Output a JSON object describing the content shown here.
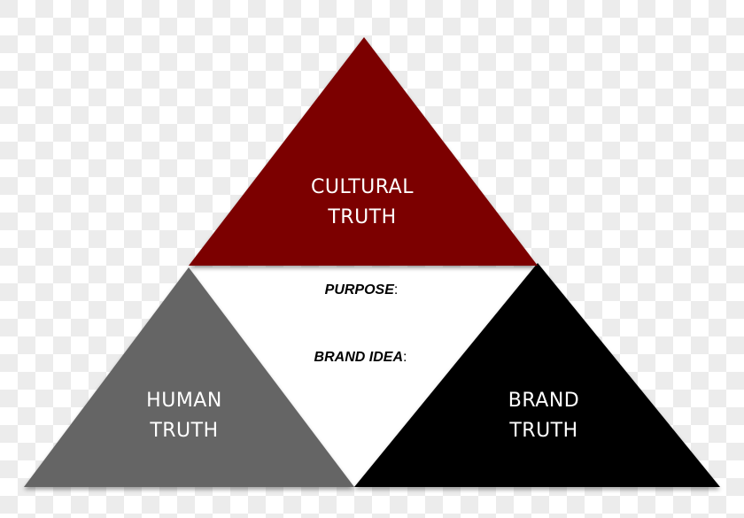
{
  "diagram": {
    "type": "triangle-framework",
    "colors": {
      "cultural": "#7b0000",
      "human": "#656565",
      "brand": "#000000",
      "center": "#ffffff",
      "label_light": "#ffffff",
      "label_dark": "#000000"
    },
    "top_triangle": {
      "line1": "CULTURAL",
      "line2": "TRUTH"
    },
    "left_triangle": {
      "line1": "HUMAN",
      "line2": "TRUTH"
    },
    "right_triangle": {
      "line1": "BRAND",
      "line2": "TRUTH"
    },
    "center_triangle": {
      "purpose_label": "PURPOSE",
      "purpose_colon": ":",
      "brand_idea_label": "BRAND IDEA",
      "brand_idea_colon": ":"
    }
  }
}
